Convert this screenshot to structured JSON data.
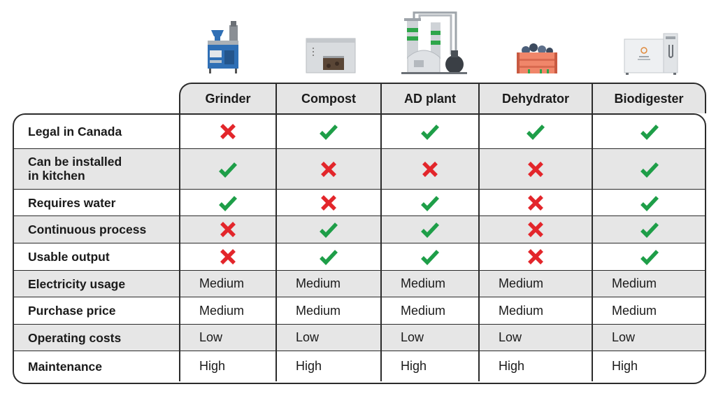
{
  "chart_data": {
    "type": "table",
    "columns": [
      "Grinder",
      "Compost",
      "AD plant",
      "Dehydrator",
      "Biodigester"
    ],
    "rows": [
      {
        "label": "Legal in Canada",
        "kind": "bool",
        "values": [
          false,
          true,
          true,
          true,
          true
        ]
      },
      {
        "label": "Can be installed in kitchen",
        "label_lines": [
          "Can be installed",
          "in kitchen"
        ],
        "kind": "bool",
        "values": [
          true,
          false,
          false,
          false,
          true
        ]
      },
      {
        "label": "Requires water",
        "kind": "bool",
        "values": [
          true,
          false,
          true,
          false,
          true
        ]
      },
      {
        "label": "Continuous process",
        "kind": "bool",
        "values": [
          false,
          true,
          true,
          false,
          true
        ]
      },
      {
        "label": "Usable output",
        "kind": "bool",
        "values": [
          false,
          true,
          true,
          false,
          true
        ]
      },
      {
        "label": "Electricity usage",
        "kind": "text",
        "values": [
          "Medium",
          "Medium",
          "Medium",
          "Medium",
          "Medium"
        ]
      },
      {
        "label": "Purchase price",
        "kind": "text",
        "values": [
          "Medium",
          "Medium",
          "Medium",
          "Medium",
          "Medium"
        ]
      },
      {
        "label": "Operating costs",
        "kind": "text",
        "values": [
          "Low",
          "Low",
          "Low",
          "Low",
          "Low"
        ]
      },
      {
        "label": "Maintenance",
        "kind": "text",
        "values": [
          "High",
          "High",
          "High",
          "High",
          "High"
        ]
      }
    ]
  },
  "icons": {
    "yes": "green-checkmark-icon",
    "no": "red-x-icon",
    "columns": [
      "grinder-machine-icon",
      "compost-bin-icon",
      "ad-plant-icon",
      "dehydrator-crate-icon",
      "biodigester-unit-icon"
    ]
  },
  "colors": {
    "check": "#1e9e48",
    "cross": "#e3262b",
    "shade": "#e6e6e6",
    "border": "#2b2b2b",
    "machine_blue": "#2f6fb5",
    "plant_green": "#2ea64a",
    "crate_orange": "#f0866a"
  }
}
